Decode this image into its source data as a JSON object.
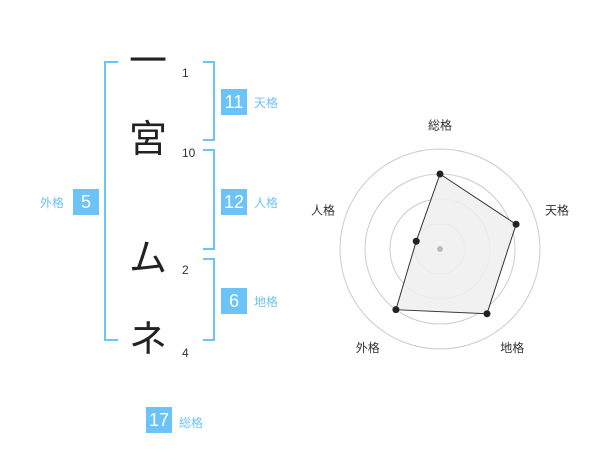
{
  "name": {
    "characters": [
      {
        "char": "一",
        "strokes": "1"
      },
      {
        "char": "宮",
        "strokes": "10"
      },
      {
        "char": "ム",
        "strokes": "2"
      },
      {
        "char": "ネ",
        "strokes": "4"
      }
    ]
  },
  "fortunes": {
    "tenkaku": {
      "value": "11",
      "label": "天格"
    },
    "jinkaku": {
      "value": "12",
      "label": "人格"
    },
    "chikaku": {
      "value": "6",
      "label": "地格"
    },
    "gaikaku": {
      "value": "5",
      "label": "外格"
    },
    "soukaku": {
      "value": "17",
      "label": "総格"
    }
  },
  "colors": {
    "accent": "#6cc3f7",
    "text": "#333333",
    "grid": "#cccccc",
    "fill": "#eeeeee"
  },
  "chart_data": {
    "type": "radar",
    "axes": [
      "総格",
      "天格",
      "地格",
      "外格",
      "人格"
    ],
    "values": [
      0.75,
      0.8,
      0.8,
      0.75,
      0.25
    ],
    "range": [
      0,
      1
    ],
    "rings": 4
  }
}
